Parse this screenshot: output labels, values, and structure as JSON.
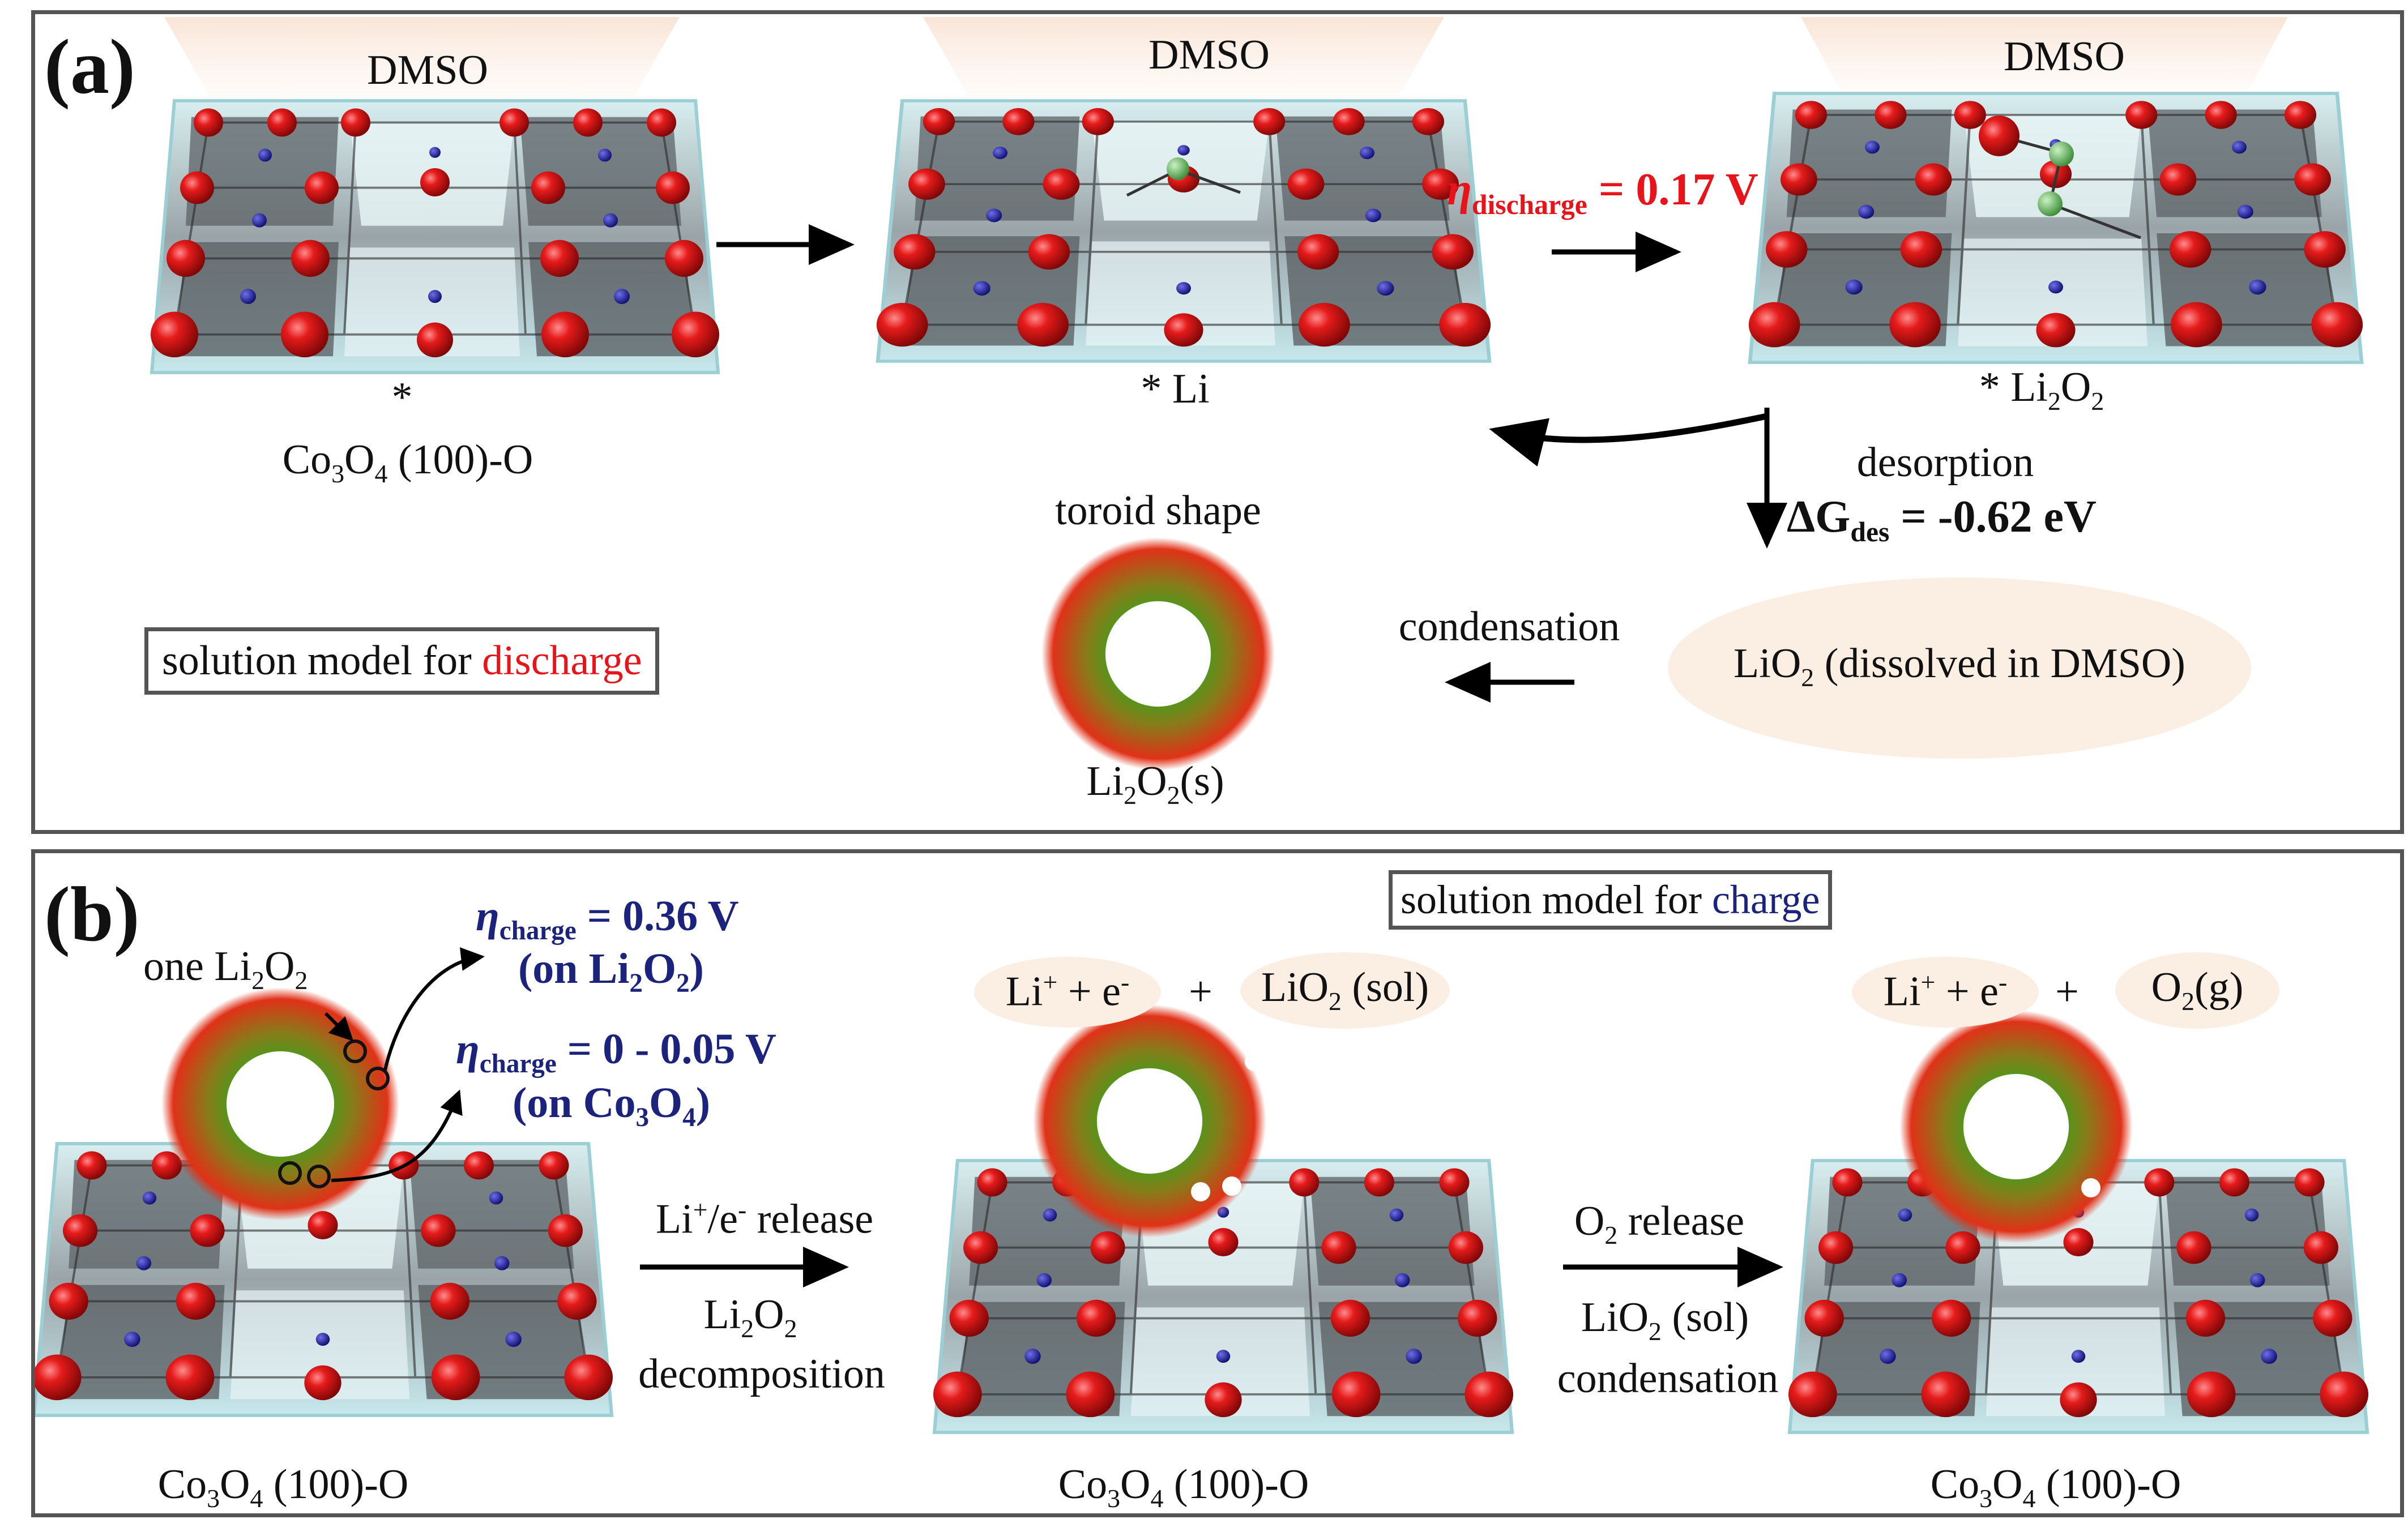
{
  "panel_a": {
    "tag": "(a)",
    "solvent_1": "DMSO",
    "solvent_2": "DMSO",
    "solvent_3": "DMSO",
    "site_star": "*",
    "site_1_label_pre": "Co",
    "site_1_sub1": "3",
    "site_1_mid": "O",
    "site_1_sub2": "4",
    "site_1_post": " (100)-O",
    "site_2_label": "* Li",
    "site_3_pre": "* Li",
    "site_3_sub1": "2",
    "site_3_mid": "O",
    "site_3_sub2": "2",
    "eta_symbol": "η",
    "eta_sub": "discharge",
    "eta_value": " = 0.17 V",
    "desorption": "desorption",
    "dg_pre": "ΔG",
    "dg_sub": "des",
    "dg_value": " = -0.62 eV",
    "toroid": "toroid shape",
    "condensation": "condensation",
    "lio2_pre": "LiO",
    "lio2_sub": "2",
    "lio2_post": " (dissolved in DMSO)",
    "li2o2s_pre": "Li",
    "li2o2s_sub1": "2",
    "li2o2s_mid": "O",
    "li2o2s_sub2": "2",
    "li2o2s_post": "(s)",
    "model_pre": "solution model for ",
    "model_word": "discharge"
  },
  "panel_b": {
    "tag": "(b)",
    "model_pre": "solution model for ",
    "model_word": "charge",
    "one_pre": "one Li",
    "one_sub1": "2",
    "one_mid": "O",
    "one_sub2": "2",
    "eta1_symbol": "η",
    "eta1_sub": "charge",
    "eta1_value": " = 0.36 V",
    "eta1_on_pre": "(on Li",
    "eta1_on_sub1": "2",
    "eta1_on_mid": "O",
    "eta1_on_sub2": "2",
    "eta1_on_post": ")",
    "eta2_symbol": "η",
    "eta2_sub": "charge",
    "eta2_value": " = 0 - 0.05 V",
    "eta2_on_pre": "(on Co",
    "eta2_on_sub1": "3",
    "eta2_on_mid": "O",
    "eta2_on_sub2": "4",
    "eta2_on_post": ")",
    "step1_line1_pre": "Li",
    "step1_line1_sup1": "+",
    "step1_line1_mid": "/e",
    "step1_line1_sup2": "-",
    "step1_line1_post": " release",
    "step1_line2_pre": "Li",
    "step1_line2_sub1": "2",
    "step1_line2_mid": "O",
    "step1_line2_sub2": "2",
    "step1_line3": "decomposition",
    "step2_line1_pre": "O",
    "step2_line1_sub": "2",
    "step2_line1_post": " release",
    "step2_line2_pre": "LiO",
    "step2_line2_sub": "2",
    "step2_line2_post": " (sol)",
    "step2_line3": "condensation",
    "prod1a_pre": "Li",
    "prod1a_sup1": "+",
    "prod1a_mid": " + e",
    "prod1a_sup2": "-",
    "plus": "+",
    "prod1b_pre": "LiO",
    "prod1b_sub": "2",
    "prod1b_post": " (sol)",
    "prod2a_pre": "Li",
    "prod2a_sup1": "+",
    "prod2a_mid": " + e",
    "prod2a_sup2": "-",
    "prod2b_pre": "O",
    "prod2b_sub": "2",
    "prod2b_post": "(g)",
    "surf_pre": "Co",
    "surf_sub1": "3",
    "surf_mid": "O",
    "surf_sub2": "4",
    "surf_post": " (100)-O"
  },
  "colors": {
    "border": "#555555",
    "accent_red": "#e8141b",
    "accent_navy": "#1c237c",
    "oxygen": "#d11a1a",
    "cobalt": "#1a1a9c",
    "lithium": "#5fb35a",
    "slab_gray": "#6e7478",
    "slab_light": "#bfe6ea",
    "solvent": "#fbeee3",
    "toroid_inner": "#3ea11c",
    "toroid_outer": "#e03218"
  }
}
